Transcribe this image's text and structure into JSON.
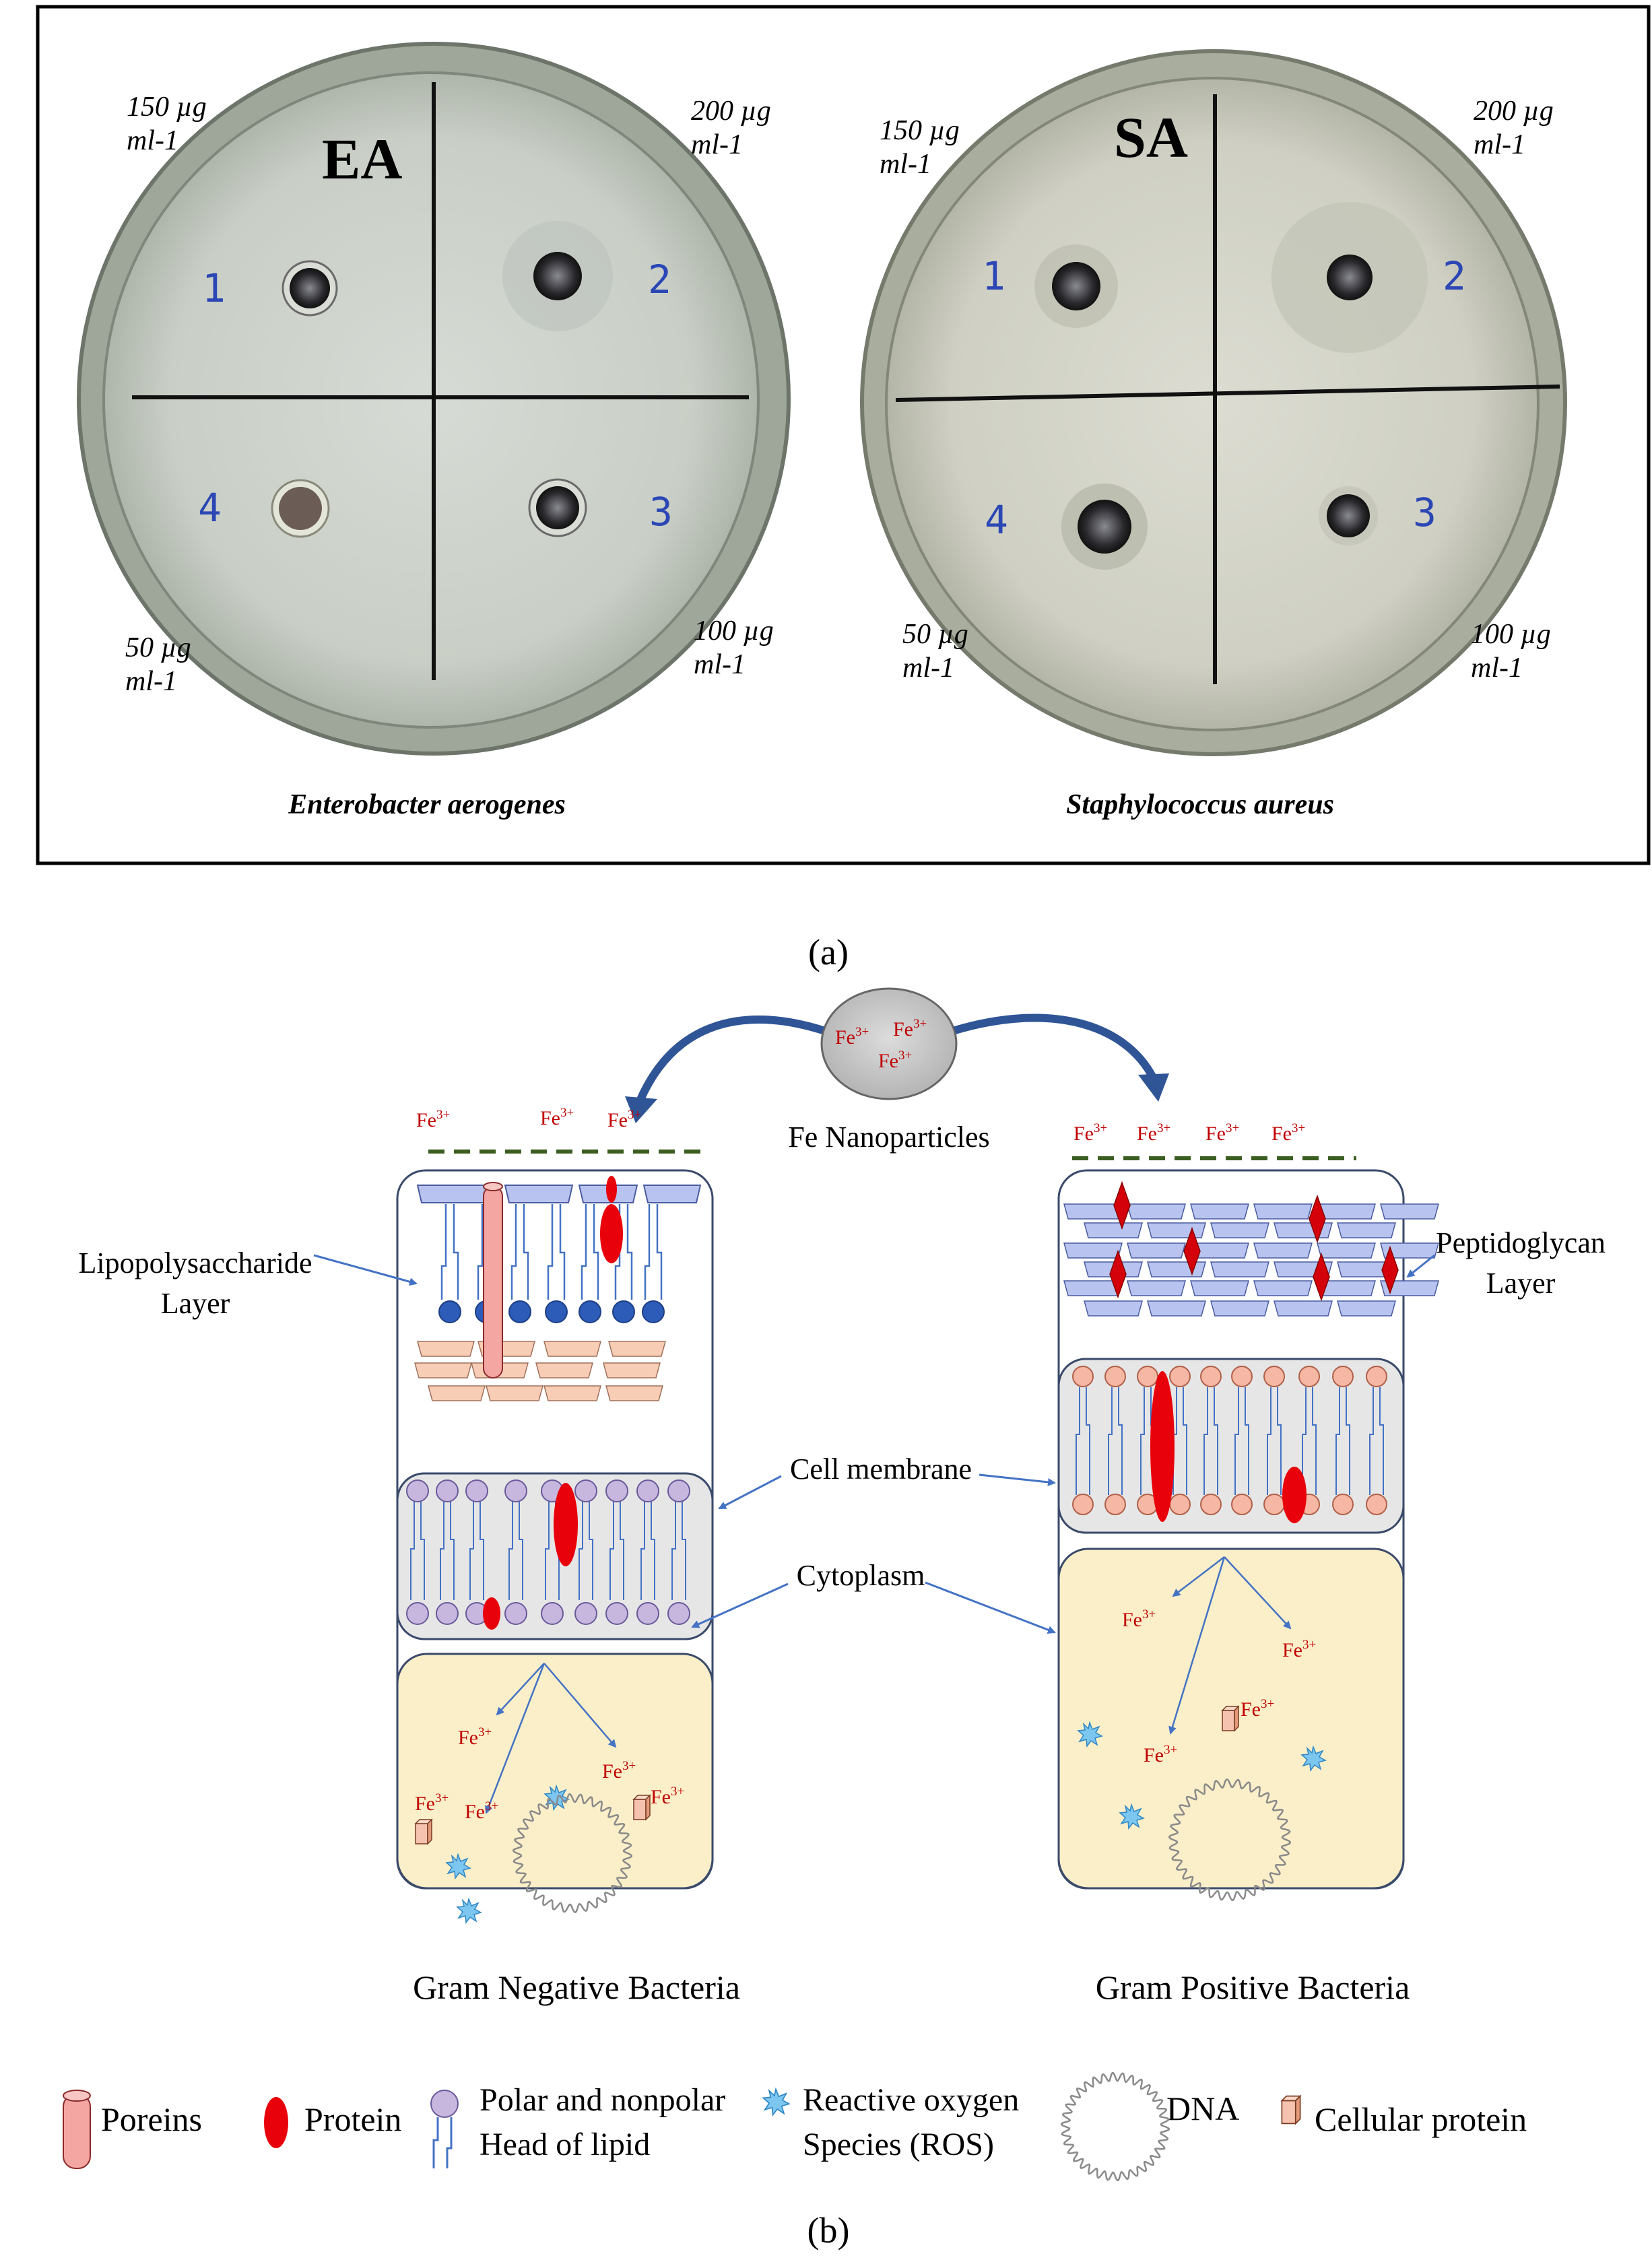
{
  "panel_a": {
    "caption": "(a)",
    "plates": [
      {
        "code": "EA",
        "organism": "Enterobacter aerogenes",
        "quadrant_numbers": [
          "1",
          "2",
          "3",
          "4"
        ],
        "concentrations": {
          "q1": [
            "150 µg",
            "ml-1"
          ],
          "q2": [
            "200 µg",
            "ml-1"
          ],
          "q3": [
            "100 µg",
            "ml-1"
          ],
          "q4": [
            "50 µg",
            "ml-1"
          ]
        }
      },
      {
        "code": "SA",
        "organism": "Staphylococcus aureus",
        "quadrant_numbers": [
          "1",
          "2",
          "3",
          "4"
        ],
        "concentrations": {
          "q1": [
            "150 µg",
            "ml-1"
          ],
          "q2": [
            "200 µg",
            "ml-1"
          ],
          "q3": [
            "100 µg",
            "ml-1"
          ],
          "q4": [
            "50 µg",
            "ml-1"
          ]
        }
      }
    ]
  },
  "panel_b": {
    "caption": "(b)",
    "nanoparticle_label": "Fe Nanoparticles",
    "ion": "Fe",
    "ion_charge": "3+",
    "gram_negative": {
      "title": "Gram Negative Bacteria",
      "outer_layer_label": [
        "Lipopolysaccharide",
        "Layer"
      ]
    },
    "gram_positive": {
      "title": "Gram Positive Bacteria",
      "outer_layer_label": [
        "Peptidoglycan",
        "Layer"
      ]
    },
    "center_labels": {
      "membrane": "Cell membrane",
      "cytoplasm": "Cytoplasm"
    },
    "legend": {
      "poreins": "Poreins",
      "protein": "Protein",
      "lipid": [
        "Polar and nonpolar",
        "Head of lipid"
      ],
      "ros": [
        "Reactive oxygen",
        "Species (ROS)"
      ],
      "dna": "DNA",
      "cellular_protein": "Cellular protein"
    },
    "colors": {
      "cytoplasm": "#fbefc9",
      "membrane": "#e6e6e6",
      "protein": "#e8000b",
      "porein": "#f4a6a3",
      "lps_block": "#b8c4ef",
      "lps_head": "#2d5bb8",
      "lipid_head_neg": "#c7b7df",
      "lipid_head_pos": "#f6b8a4",
      "arrow": "#4472c4",
      "ion_text": "#c00000",
      "dashes": "#3b5e20",
      "ros": "#7cc6f0"
    }
  }
}
